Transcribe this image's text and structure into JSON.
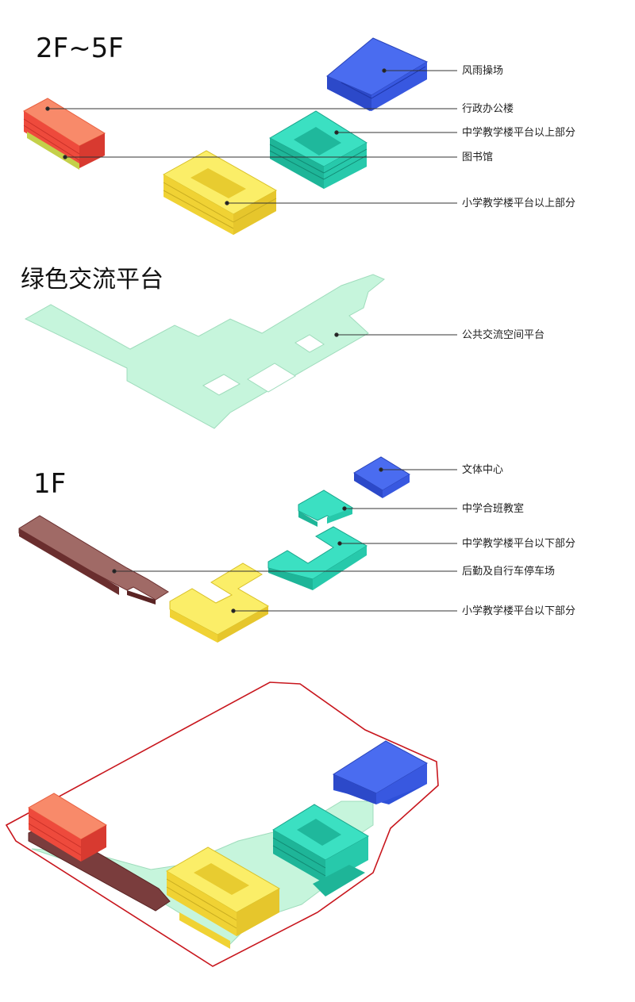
{
  "sections": {
    "upper_floors": "2F~5F",
    "platform": "绿色交流平台",
    "ground_floor": "1F"
  },
  "labels": {
    "wind_rain_field": "风雨操场",
    "admin_office": "行政办公楼",
    "middle_school_upper": "中学教学楼平台以上部分",
    "library": "图书馆",
    "primary_school_upper": "小学教学楼平台以上部分",
    "public_platform": "公共交流空间平台",
    "culture_center": "文体中心",
    "middle_school_combined": "中学合班教室",
    "middle_school_lower": "中学教学楼平台以下部分",
    "logistics_parking": "后勤及自行车停车场",
    "primary_school_lower": "小学教学楼平台以下部分"
  },
  "colors": {
    "blue": "#3f63e6",
    "red": "#f2553f",
    "teal": "#2fd6b8",
    "yellow": "#f7e64a",
    "green_platform": "#c6f5dc",
    "maroon": "#7a3d3d",
    "boundary": "#c8161d",
    "leader": "#333333"
  }
}
